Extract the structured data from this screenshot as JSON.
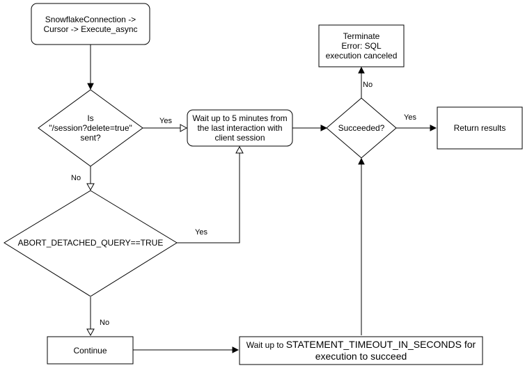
{
  "nodes": {
    "start": "SnowflakeConnection ->\nCursor -> Execute_async",
    "is_sent": "Is\n\"/session?delete=true\"\nsent?",
    "wait5": "Wait up to 5 minutes from\nthe last interaction with\nclient session",
    "succeeded": "Succeeded?",
    "terminate": "Terminate\nError: SQL\nexecution canceled",
    "return": "Return results",
    "abort": "ABORT_DETACHED_QUERY==TRUE",
    "continue": "Continue",
    "wait_prefix": "Wait up to ",
    "wait_param": "STATEMENT_TIMEOUT_IN_SECONDS",
    "wait_suffix": " for",
    "wait_line2": "execution to succeed"
  },
  "edges": {
    "is_yes": "Yes",
    "is_no": "No",
    "abort_yes": "Yes",
    "abort_no": "No",
    "succ_yes": "Yes",
    "succ_no": "No"
  }
}
